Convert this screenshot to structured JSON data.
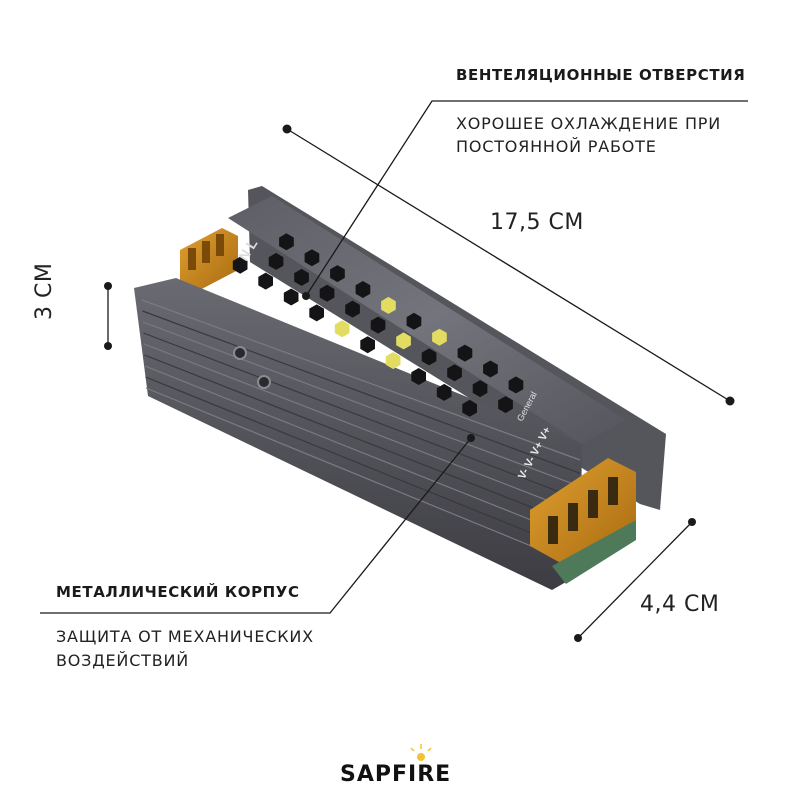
{
  "callouts": {
    "vents": {
      "title": "ВЕНТЕЛЯЦИОННЫЕ ОТВЕРСТИЯ",
      "desc_line1": "ХОРОШЕЕ ОХЛАЖДЕНИЕ ПРИ",
      "desc_line2": "ПОСТОЯННОЙ РАБОТЕ"
    },
    "case": {
      "title": "МЕТАЛЛИЧЕСКИЙ КОРПУС",
      "desc_line1": "ЗАЩИТА ОТ МЕХАНИЧЕСКИХ",
      "desc_line2": "ВОЗДЕЙСТВИЙ"
    }
  },
  "dimensions": {
    "length": "17,5 СМ",
    "height": "3 СМ",
    "width": "4,4 СМ"
  },
  "product": {
    "terminal_labels": "V- V- V+ V+",
    "end_labels": "N L",
    "brand_label": "General"
  },
  "brand": {
    "logo_text": "SAPFIRE"
  },
  "colors": {
    "case_dark": "#4a4a4f",
    "case_mid": "#6b6b72",
    "terminal_amber": "#c98a1a",
    "vent_glow": "#e8e060",
    "line": "#1a1a1a"
  }
}
